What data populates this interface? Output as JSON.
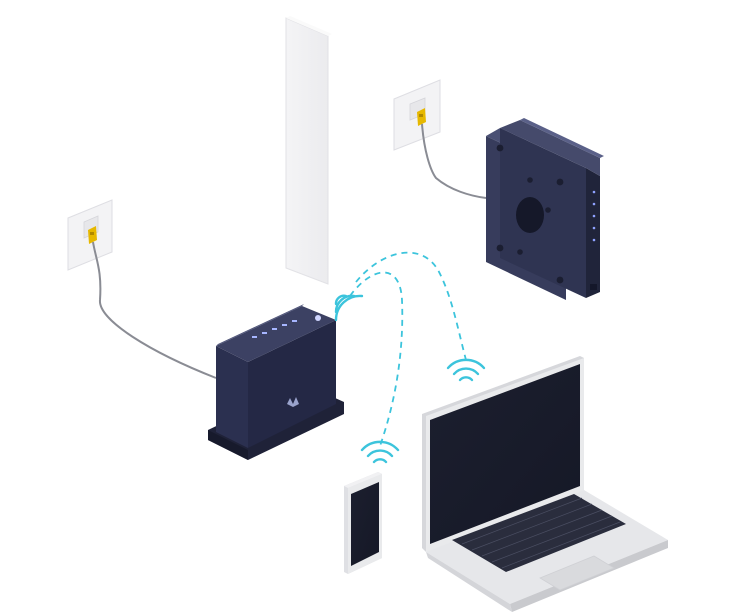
{
  "diagram": {
    "nodes": [
      {
        "id": "wall-panel",
        "kind": "vertical-panel-divider",
        "icon": "wall-icon"
      },
      {
        "id": "wall-outlet-left",
        "kind": "ethernet-wall-outlet",
        "icon": "ethernet-port-icon"
      },
      {
        "id": "wall-outlet-right",
        "kind": "ethernet-wall-outlet",
        "icon": "ethernet-port-icon"
      },
      {
        "id": "router",
        "kind": "wifi-router",
        "icon": "router-icon"
      },
      {
        "id": "wall-mount-box",
        "kind": "wall-mounted-network-device",
        "icon": "network-box-icon"
      },
      {
        "id": "smartphone",
        "kind": "smartphone",
        "icon": "phone-icon"
      },
      {
        "id": "laptop",
        "kind": "laptop",
        "icon": "laptop-icon"
      }
    ],
    "links": [
      {
        "from": "wall-outlet-left",
        "to": "router",
        "type": "cable"
      },
      {
        "from": "wall-outlet-right",
        "to": "wall-mount-box",
        "type": "cable"
      },
      {
        "from": "router",
        "to": "smartphone",
        "type": "wireless"
      },
      {
        "from": "router",
        "to": "laptop",
        "type": "wireless"
      }
    ],
    "colors": {
      "device_body": "#2f3452",
      "device_dark": "#1d2036",
      "device_light": "#454a6b",
      "wifi": "#3cc4dc",
      "ethernet_plug": "#e6b800",
      "cable": "#8a8c94",
      "laptop_silver": "#e6e7ea"
    }
  }
}
